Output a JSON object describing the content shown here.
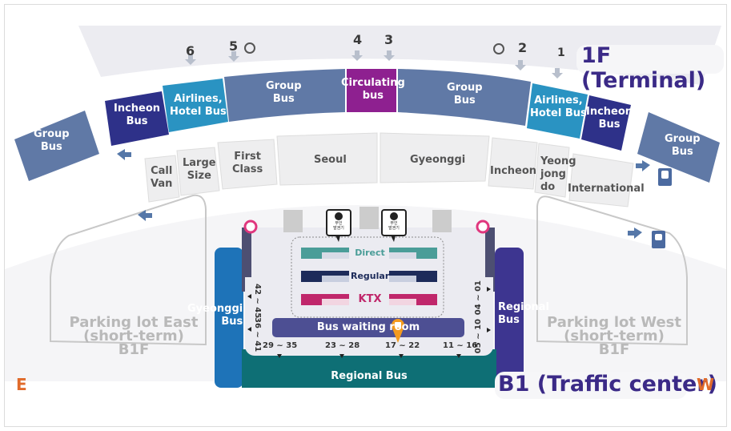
{
  "colors": {
    "group_bus": "#6079a6",
    "incheon_bus": "#2e3189",
    "airlines_hotel": "#2a93c2",
    "circulating": "#8e2090",
    "gyeonggi_bus": "#1e73b8",
    "regional_bus_side": "#3d3590",
    "regional_bus_bottom": "#0e6f75",
    "waiting_room": "#4d4f93",
    "direct": "#4a9d98",
    "regular": "#1d2b5a",
    "ktx": "#c0276b",
    "direction": "#e06a2a",
    "title": "#3b2a87"
  },
  "floor_1f": {
    "title": "1F (Terminal)",
    "gates": [
      {
        "number": "6",
        "info_icon": false
      },
      {
        "number": "5",
        "info_icon": true
      },
      {
        "number": "4",
        "info_icon": false
      },
      {
        "number": "3",
        "info_icon": false
      },
      {
        "number": "2",
        "info_icon": true
      },
      {
        "number": "1",
        "info_icon": false
      }
    ],
    "zones": {
      "group_bus_far_left": "Group\nBus",
      "incheon_bus_left": "Incheon\nBus",
      "airlines_hotel_left": "Airlines,\nHotel Bus",
      "group_bus_mid_left": "Group\nBus",
      "circulating_bus": "Circulating\nbus",
      "group_bus_mid_right": "Group\nBus",
      "airlines_hotel_right": "Airlines,\nHotel Bus",
      "incheon_bus_right": "Incheon\nBus",
      "group_bus_far_right": "Group\nBus"
    },
    "taxi_stands": [
      "Call\nVan",
      "Large\nSize",
      "First\nClass",
      "Seoul",
      "Gyeonggi",
      "Incheon",
      "Yeong\njong\ndo",
      "International"
    ],
    "icons": {
      "bus_sign": "BUS",
      "taxi_sign": "TAXI"
    }
  },
  "floor_b1": {
    "title": "B1 (Traffic center)",
    "ticket_machine_label": "무인\n발권기",
    "train_lines": [
      {
        "name": "Direct"
      },
      {
        "name": "Regular"
      },
      {
        "name": "KTX"
      }
    ],
    "waiting_room": "Bus waiting room",
    "gyeonggi_bus": "Gyeonggi\nBus",
    "regional_bus_side": "Regional\nBus",
    "regional_bus_bottom": "Regional Bus",
    "stands_bottom": [
      "29 ~ 35",
      "23 ~ 28",
      "17 ~ 22",
      "11 ~ 16"
    ],
    "stands_left": [
      "42 ~ 45",
      "36 ~ 41"
    ],
    "stands_right": [
      "04 ~ 01",
      "05 ~ 10"
    ],
    "parking_east": "Parking lot East\n(short-term)\nB1F",
    "parking_west": "Parking lot West\n(short-term)\nB1F"
  },
  "compass": {
    "east": "E",
    "west": "W"
  }
}
